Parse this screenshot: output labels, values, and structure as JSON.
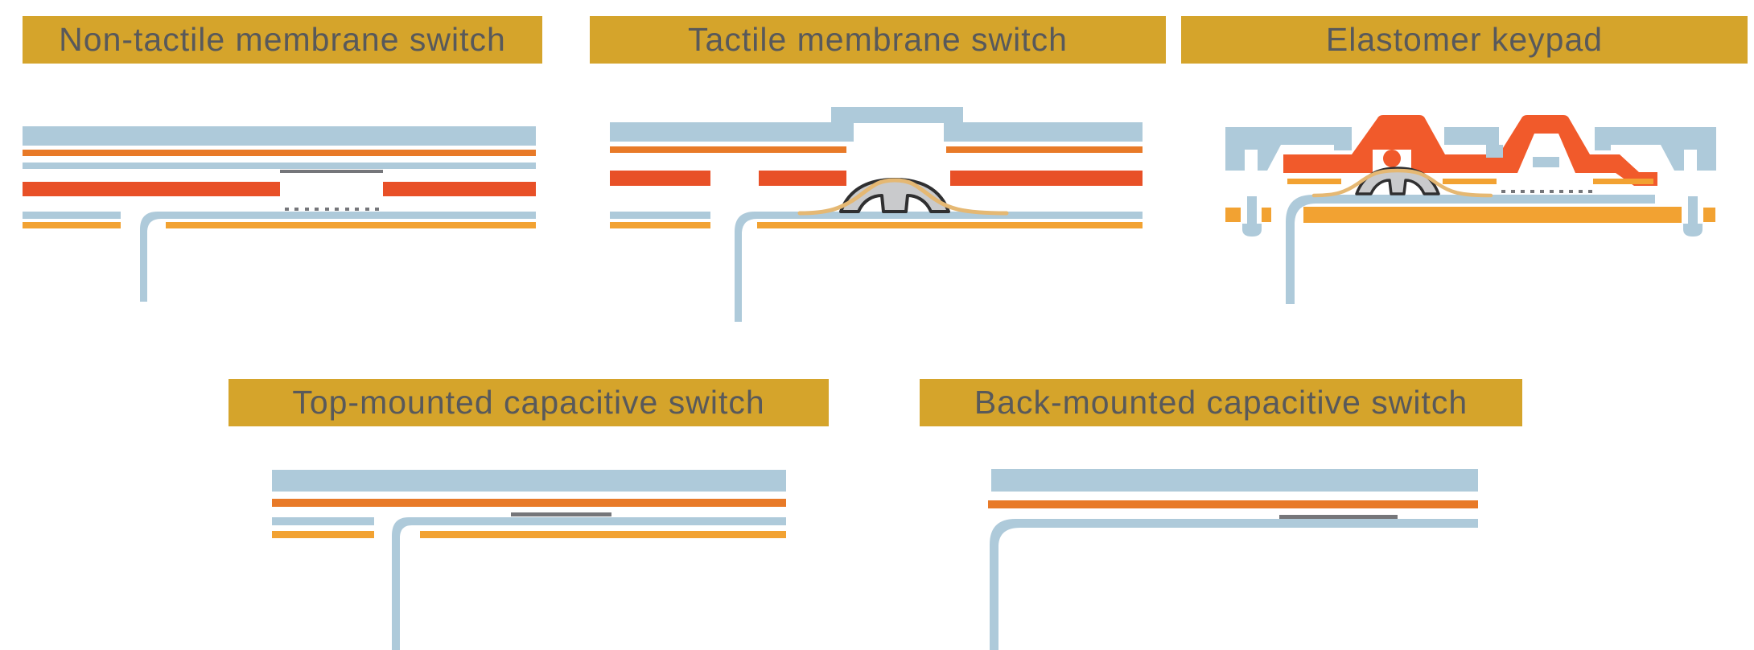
{
  "page": {
    "background": "#FFFFFF"
  },
  "panels": [
    {
      "id": "non-tactile-membrane-switch",
      "title": "Non-tactile membrane switch"
    },
    {
      "id": "tactile-membrane-switch",
      "title": "Tactile membrane switch"
    },
    {
      "id": "elastomer-keypad",
      "title": "Elastomer keypad"
    },
    {
      "id": "top-mounted-capacitive-switch",
      "title": "Top-mounted capacitive switch"
    },
    {
      "id": "back-mounted-capacitive-switch",
      "title": "Back-mounted capacitive switch"
    }
  ],
  "colors": {
    "page_bg": "#FFFFFF",
    "banner_gold": "#D5A42B",
    "banner_text": "#58595B",
    "layer_light_blue": "#AECADA",
    "layer_orange": "#E87A28",
    "layer_amber": "#F2A232",
    "layer_red": "#E85027",
    "elastomer_red": "#F15A2B",
    "dome_gray": "#C9CACC",
    "dome_outline": "#2F2F30",
    "membrane_tan": "#E5B873",
    "electrode_gray": "#75767A"
  }
}
